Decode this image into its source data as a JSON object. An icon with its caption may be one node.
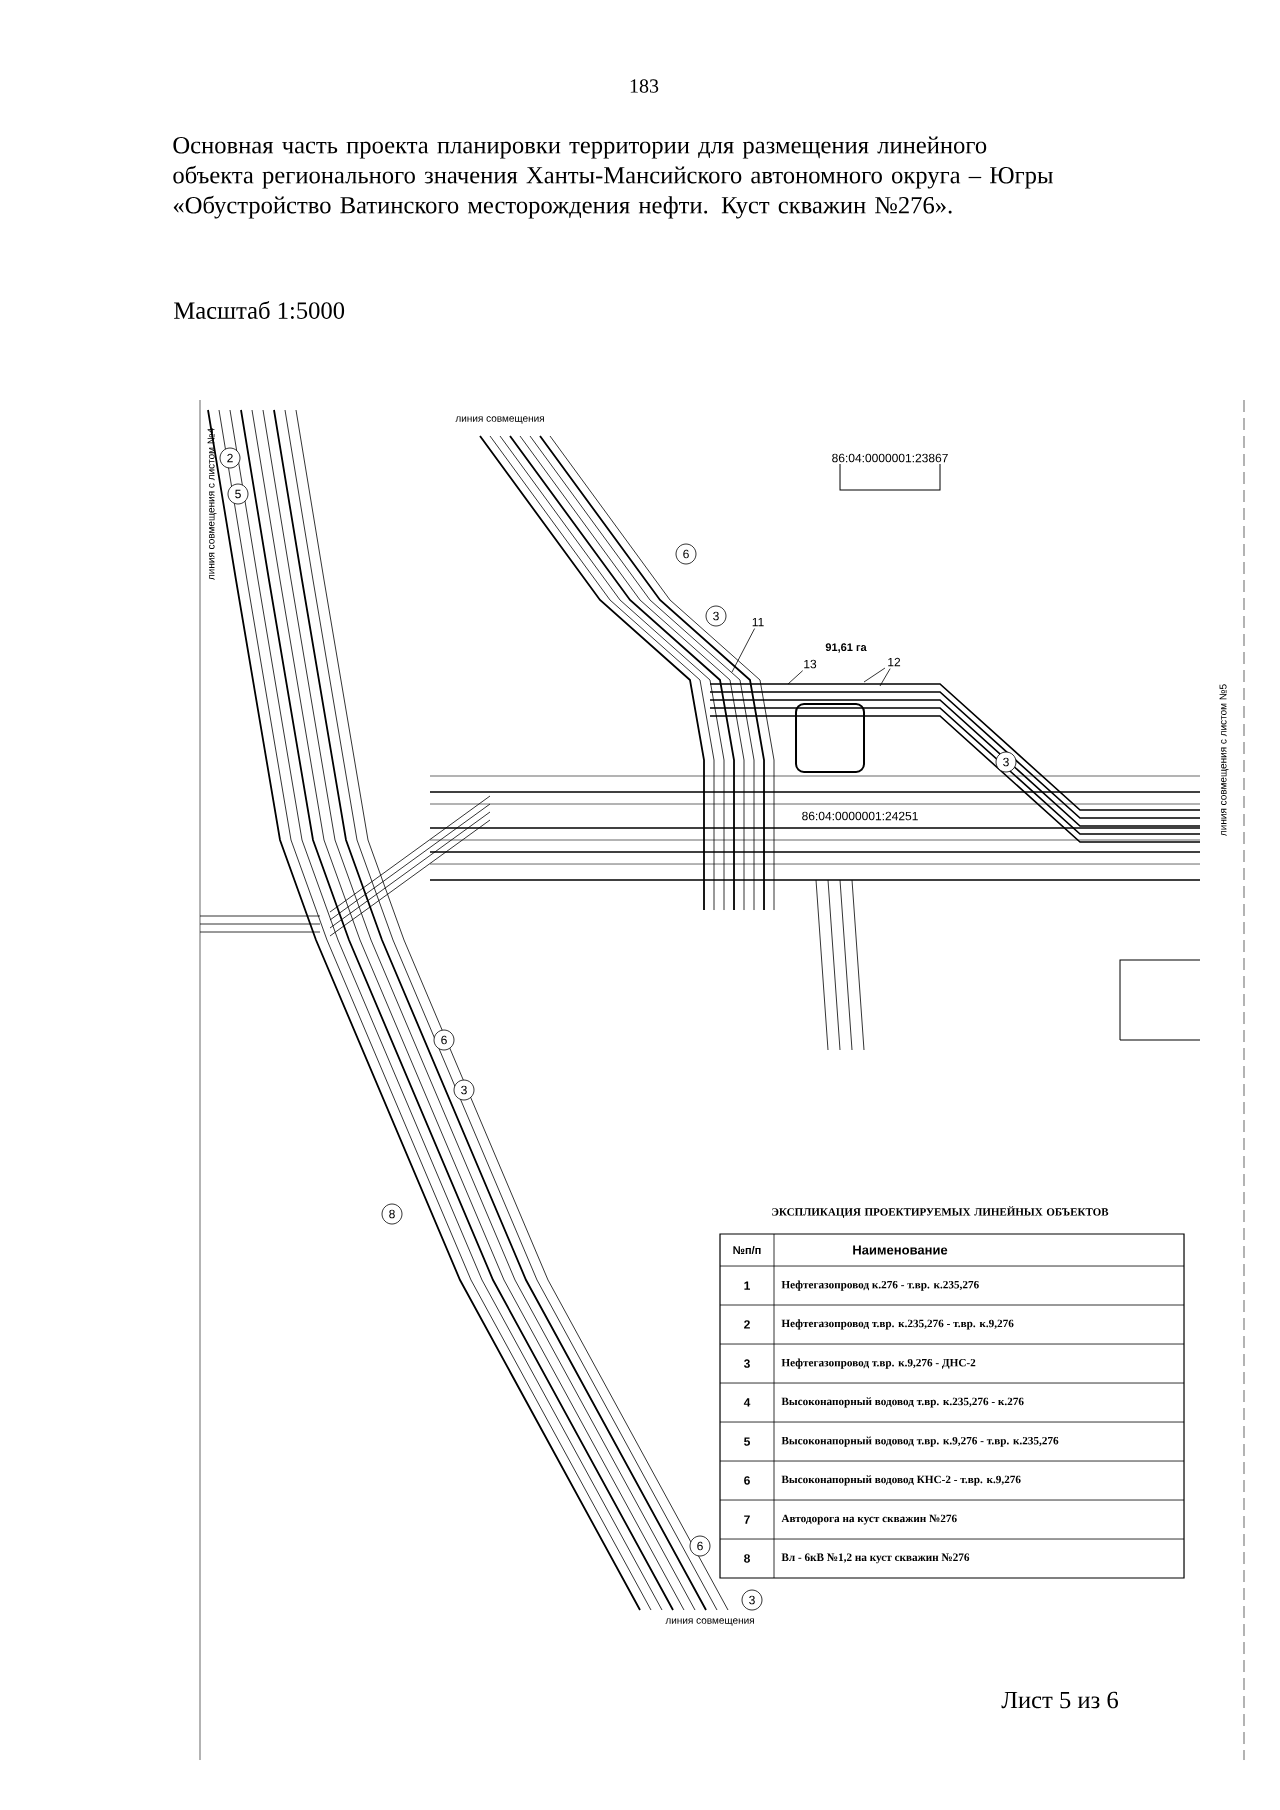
{
  "diagram": {
    "title": "Основная часть проекта планировки территории для размещения линейного объекта регионального значения Ханты-Мансийского автономного округа – Югры «Обустройство Ватинского месторождения нефти. Куст скважин №276».",
    "nodes": [
      {
        "text": [
          "2"
        ]
      },
      {
        "text": [
          "5"
        ]
      },
      {
        "text": [
          "6"
        ]
      },
      {
        "text": [
          "3"
        ]
      },
      {
        "text": [
          "11"
        ]
      },
      {
        "text": [
          "13"
        ]
      },
      {
        "text": [
          "12"
        ]
      },
      {
        "text": [
          "3"
        ]
      },
      {
        "text": [
          "6"
        ]
      },
      {
        "text": [
          "3"
        ]
      },
      {
        "text": [
          "8"
        ]
      },
      {
        "text": [
          "6"
        ]
      },
      {
        "text": [
          "3"
        ]
      }
    ],
    "edges": [
      {
        "from": 4,
        "to": null,
        "arrow": "none"
      },
      {
        "from": 5,
        "to": null,
        "arrow": "none"
      },
      {
        "from": 6,
        "to": null,
        "arrow": "none"
      },
      {
        "from": 6,
        "to": null,
        "arrow": "none"
      }
    ],
    "labels": [
      "183",
      "Масштаб 1:5000",
      "линия совмещения",
      "линия совмещения с листом №4",
      "86:04:0000001:23867",
      "91,61 га",
      "86:04:0000001:24251",
      "линия совмещения с листом №5",
      "ЭКСПЛИКАЦИЯ ПРОЕКТИРУЕМЫХ ЛИНЕЙНЫХ ОБЪЕКТОВ",
      "№п/п",
      "Наименование",
      "1",
      "Нефтегазопровод к.276 - т.вр. к.235,276",
      "2",
      "Нефтегазопровод т.вр. к.235,276 - т.вр. к.9,276",
      "3",
      "Нефтегазопровод т.вр. к.9,276 - ДНС-2",
      "4",
      "Высоконапорный водовод т.вр. к.235,276 - к.276",
      "5",
      "Высоконапорный водовод т.вр. к.9,276 - т.вр. к.235,276",
      "6",
      "Высоконапорный водовод КНС-2 - т.вр. к.9,276",
      "7",
      "Автодорога на куст скважин №276",
      "8",
      "Вл - 6кВ №1,2 на куст скважин №276",
      "линия совмещения",
      "Лист 5 из 6"
    ]
  }
}
